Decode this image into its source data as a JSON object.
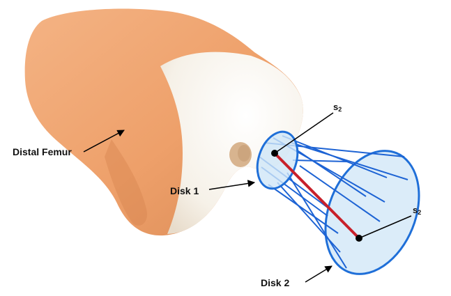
{
  "labels": {
    "distal_femur": "Distal Femur",
    "disk1": "Disk 1",
    "disk2": "Disk 2",
    "s2_top_main": "s",
    "s2_top_sub": "2",
    "s2_right_main": "s",
    "s2_right_sub": "2"
  },
  "colors": {
    "bone_shaft": "#f0a874",
    "bone_shadow": "#d9894f",
    "cartilage": "#f7f2ea",
    "disk_fill": "#cfe6f7",
    "disk_stroke": "#1f6fd8",
    "fiber": "#1d63d4",
    "center_line": "#c8202a",
    "point": "#000000",
    "arrow": "#000000"
  }
}
